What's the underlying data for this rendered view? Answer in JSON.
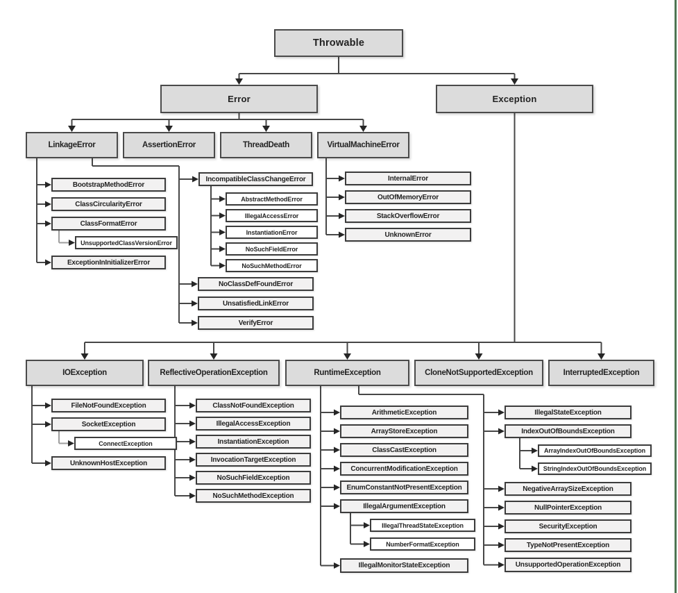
{
  "colors": {
    "accent_green": "#4e7553",
    "line": "#474747",
    "line_gray": "#9e9e9e",
    "box_fill_dark": "#dcdcdc",
    "box_fill_light": "#f2f1f1",
    "box_fill_white": "#ffffff"
  },
  "nodes": {
    "throwable": "Throwable",
    "error": "Error",
    "exception": "Exception",
    "linkage_error": "LinkageError",
    "assertion_error": "AssertionError",
    "thread_death": "ThreadDeath",
    "virtual_machine_error": "VirtualMachineError",
    "bootstrap_method_error": "BootstrapMethodError",
    "class_circularity_error": "ClassCircularityError",
    "class_format_error": "ClassFormatError",
    "unsupported_class_version_error": "UnsupportedClassVersionError",
    "exception_in_initializer_error": "ExceptionInInitializerError",
    "incompatible_class_change_error": "IncompatibleClassChangeError",
    "abstract_method_error": "AbstractMethodError",
    "illegal_access_error": "IllegalAccessError",
    "instantiation_error": "InstantiationError",
    "no_such_field_error": "NoSuchFieldError",
    "no_such_method_error": "NoSuchMethodError",
    "no_class_def_found_error": "NoClassDefFoundError",
    "unsatisfied_link_error": "UnsatisfiedLinkError",
    "verify_error": "VerifyError",
    "internal_error": "InternalError",
    "out_of_memory_error": "OutOfMemoryError",
    "stack_overflow_error": "StackOverflowError",
    "unknown_error": "UnknownError",
    "io_exception": "IOException",
    "reflective_operation_exception": "ReflectiveOperationException",
    "runtime_exception": "RuntimeException",
    "clone_not_supported_exception": "CloneNotSupportedException",
    "interrupted_exception": "InterruptedException",
    "file_not_found_exception": "FileNotFoundException",
    "socket_exception": "SocketException",
    "connect_exception": "ConnectException",
    "unknown_host_exception": "UnknownHostException",
    "class_not_found_exception": "ClassNotFoundException",
    "illegal_access_exception": "IllegalAccessException",
    "instantiation_exception": "InstantiationException",
    "invocation_target_exception": "InvocationTargetException",
    "no_such_field_exception": "NoSuchFieldException",
    "no_such_method_exception": "NoSuchMethodException",
    "arithmetic_exception": "ArithmeticException",
    "array_store_exception": "ArrayStoreException",
    "class_cast_exception": "ClassCastException",
    "concurrent_modification_exception": "ConcurrentModificationException",
    "enum_constant_not_present_exception": "EnumConstantNotPresentException",
    "illegal_argument_exception": "IllegalArgumentException",
    "illegal_thread_state_exception": "IllegalThreadStateException",
    "number_format_exception": "NumberFormatException",
    "illegal_monitor_state_exception": "IllegalMonitorStateException",
    "illegal_state_exception": "IllegalStateException",
    "index_out_of_bounds_exception": "IndexOutOfBoundsException",
    "array_index_out_of_bounds_exception": "ArrayIndexOutOfBoundsException",
    "string_index_out_of_bounds_exception": "StringIndexOutOfBoundsException",
    "negative_array_size_exception": "NegativeArraySizeException",
    "null_pointer_exception": "NullPointerException",
    "security_exception": "SecurityException",
    "type_not_present_exception": "TypeNotPresentException",
    "unsupported_operation_exception": "UnsupportedOperationException"
  },
  "hierarchy": {
    "throwable": [
      "error",
      "exception"
    ],
    "error": [
      "linkage_error",
      "assertion_error",
      "thread_death",
      "virtual_machine_error"
    ],
    "exception": [
      "io_exception",
      "reflective_operation_exception",
      "runtime_exception",
      "clone_not_supported_exception",
      "interrupted_exception"
    ],
    "linkage_error": [
      "bootstrap_method_error",
      "class_circularity_error",
      "class_format_error",
      "exception_in_initializer_error",
      "incompatible_class_change_error",
      "no_class_def_found_error",
      "unsatisfied_link_error",
      "verify_error"
    ],
    "class_format_error": [
      "unsupported_class_version_error"
    ],
    "incompatible_class_change_error": [
      "abstract_method_error",
      "illegal_access_error",
      "instantiation_error",
      "no_such_field_error",
      "no_such_method_error"
    ],
    "virtual_machine_error": [
      "internal_error",
      "out_of_memory_error",
      "stack_overflow_error",
      "unknown_error"
    ],
    "io_exception": [
      "file_not_found_exception",
      "socket_exception",
      "unknown_host_exception"
    ],
    "socket_exception": [
      "connect_exception"
    ],
    "reflective_operation_exception": [
      "class_not_found_exception",
      "illegal_access_exception",
      "instantiation_exception",
      "invocation_target_exception",
      "no_such_field_exception",
      "no_such_method_exception"
    ],
    "runtime_exception": [
      "arithmetic_exception",
      "array_store_exception",
      "class_cast_exception",
      "concurrent_modification_exception",
      "enum_constant_not_present_exception",
      "illegal_argument_exception",
      "illegal_monitor_state_exception",
      "illegal_state_exception",
      "index_out_of_bounds_exception",
      "negative_array_size_exception",
      "null_pointer_exception",
      "security_exception",
      "type_not_present_exception",
      "unsupported_operation_exception"
    ],
    "illegal_argument_exception": [
      "illegal_thread_state_exception",
      "number_format_exception"
    ],
    "index_out_of_bounds_exception": [
      "array_index_out_of_bounds_exception",
      "string_index_out_of_bounds_exception"
    ]
  }
}
